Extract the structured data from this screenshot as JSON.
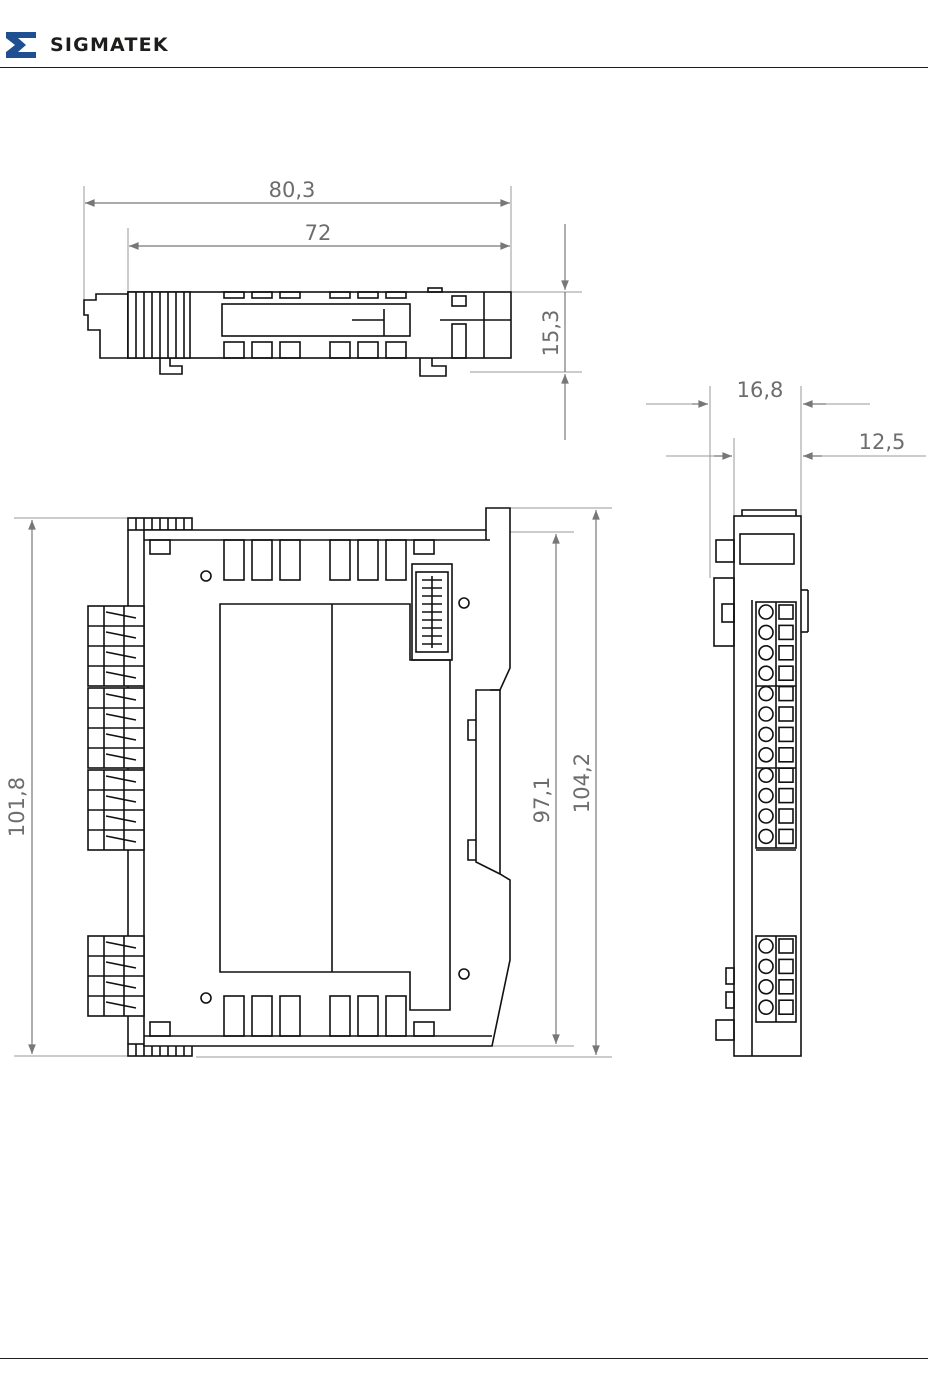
{
  "header": {
    "brand_name": "SIGMATEK",
    "brand_color": "#1d4f91",
    "logo_icon": "sigmatek-logo-icon"
  },
  "dimensions": {
    "overall_length": "80,3",
    "base_length": "72",
    "top_view_height": "15,3",
    "side_width": "16,8",
    "side_offset": "12,5",
    "front_left_height": "101,8",
    "front_inner_height": "97,1",
    "front_total_height": "104,2"
  }
}
